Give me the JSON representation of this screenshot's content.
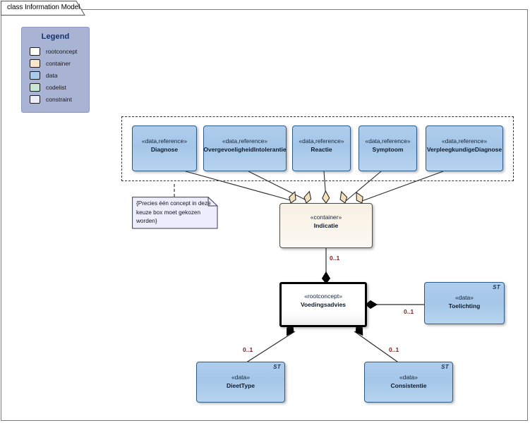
{
  "diagram": {
    "tab_label": "class Information Model",
    "type": "uml-class-diagram"
  },
  "legend": {
    "title": "Legend",
    "items": [
      {
        "label": "rootconcept",
        "color": "#ffffff",
        "border": "#111111"
      },
      {
        "label": "container",
        "color": "#f8e5cc",
        "border": "#111111"
      },
      {
        "label": "data",
        "color": "#a8cbec",
        "border": "#111111"
      },
      {
        "label": "codelist",
        "color": "#c6e8d5",
        "border": "#111111"
      },
      {
        "label": "constraint",
        "color": "#eceefb",
        "border": "#111111"
      }
    ],
    "background": "#a9b3d4"
  },
  "choice_box": {
    "name": "keuze-box",
    "style": "dashed"
  },
  "nodes": {
    "diagnose": {
      "stereotype": "«data,reference»",
      "name": "Diagnose",
      "kind": "data"
    },
    "overgevoeligheid": {
      "stereotype": "«data,reference»",
      "name": "OvergevoeligheidIntolerantie",
      "kind": "data"
    },
    "reactie": {
      "stereotype": "«data,reference»",
      "name": "Reactie",
      "kind": "data"
    },
    "symptoom": {
      "stereotype": "«data,reference»",
      "name": "Symptoom",
      "kind": "data"
    },
    "verpleegkundige": {
      "stereotype": "«data,reference»",
      "name": "VerpleegkundigeDiagnose",
      "kind": "data"
    },
    "indicatie": {
      "stereotype": "«container»",
      "name": "Indicatie",
      "kind": "container"
    },
    "voedingsadvies": {
      "stereotype": "«rootconcept»",
      "name": "Voedingsadvies",
      "kind": "rootconcept"
    },
    "toelichting": {
      "stereotype": "«data»",
      "name": "Toelichting",
      "kind": "data",
      "marker": "ST"
    },
    "dieettype": {
      "stereotype": "«data»",
      "name": "DieetType",
      "kind": "data",
      "marker": "ST"
    },
    "consistentie": {
      "stereotype": "«data»",
      "name": "Consistentie",
      "kind": "data",
      "marker": "ST"
    }
  },
  "note": {
    "text": "{Precies één concept in deze keuze box moet gekozen worden}"
  },
  "multiplicities": {
    "indicatie_to_voedingsadvies": "0..1",
    "voedingsadvies_to_toelichting": "0..1",
    "voedingsadvies_to_dieettype": "0..1",
    "voedingsadvies_to_consistentie": "0..1"
  },
  "colors": {
    "data_fill": "#a8cbec",
    "data_border": "#2d5986",
    "container_fill": "#faf3e8",
    "container_border": "#4a4a4a",
    "rootconcept_fill": "#ffffff",
    "rootconcept_border": "#000000",
    "legend_bg": "#a9b3d4",
    "multiplicity_text": "#7c1f1f",
    "diamond_fill": "#f5e0bc"
  }
}
